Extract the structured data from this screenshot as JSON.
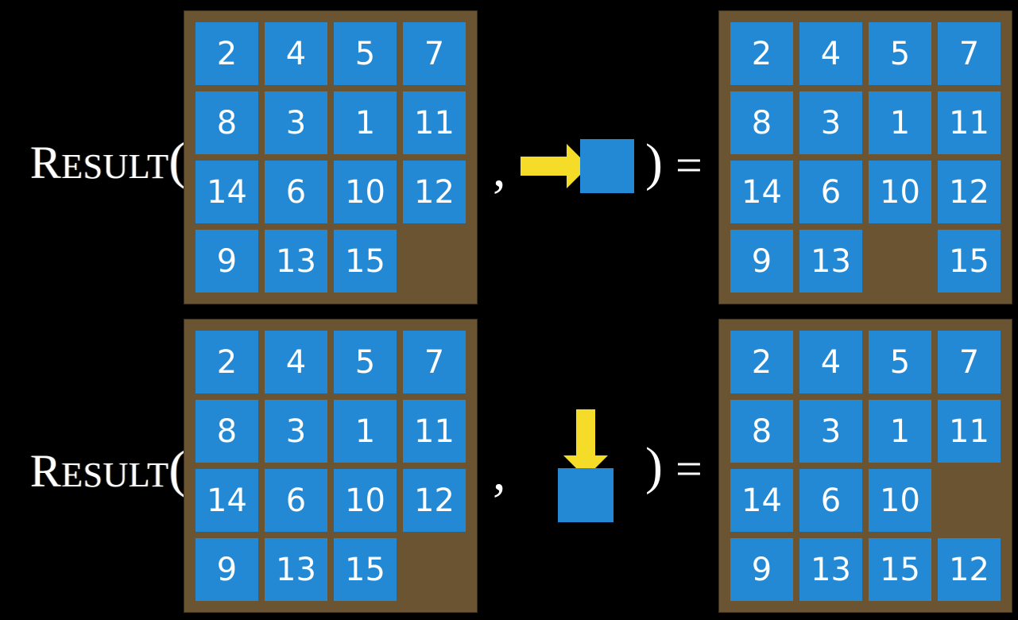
{
  "page": {
    "background_color": "#000000",
    "board_color": "#6B5431",
    "tile_color": "#2489D4",
    "tile_text_color": "#FFFFFF",
    "arrow_color": "#F5DC28",
    "text_color": "#FFFFFF"
  },
  "rows": [
    {
      "label": {
        "cap": "R",
        "small": "ESULT",
        "paren": "("
      },
      "input_board": {
        "grid": [
          [
            "2",
            "4",
            "5",
            "7"
          ],
          [
            "8",
            "3",
            "1",
            "11"
          ],
          [
            "14",
            "6",
            "10",
            "12"
          ],
          [
            "9",
            "13",
            "15",
            ""
          ]
        ]
      },
      "operator": {
        "comma": ",",
        "move_icon": "arrow-right-icon",
        "move_direction": "right",
        "close_paren": ")",
        "equals": "="
      },
      "output_board": {
        "grid": [
          [
            "2",
            "4",
            "5",
            "7"
          ],
          [
            "8",
            "3",
            "1",
            "11"
          ],
          [
            "14",
            "6",
            "10",
            "12"
          ],
          [
            "9",
            "13",
            "",
            "15"
          ]
        ]
      }
    },
    {
      "label": {
        "cap": "R",
        "small": "ESULT",
        "paren": "("
      },
      "input_board": {
        "grid": [
          [
            "2",
            "4",
            "5",
            "7"
          ],
          [
            "8",
            "3",
            "1",
            "11"
          ],
          [
            "14",
            "6",
            "10",
            "12"
          ],
          [
            "9",
            "13",
            "15",
            ""
          ]
        ]
      },
      "operator": {
        "comma": ",",
        "move_icon": "arrow-down-icon",
        "move_direction": "down",
        "close_paren": ")",
        "equals": "="
      },
      "output_board": {
        "grid": [
          [
            "2",
            "4",
            "5",
            "7"
          ],
          [
            "8",
            "3",
            "1",
            "11"
          ],
          [
            "14",
            "6",
            "10",
            ""
          ],
          [
            "9",
            "13",
            "15",
            "12"
          ]
        ]
      }
    }
  ]
}
